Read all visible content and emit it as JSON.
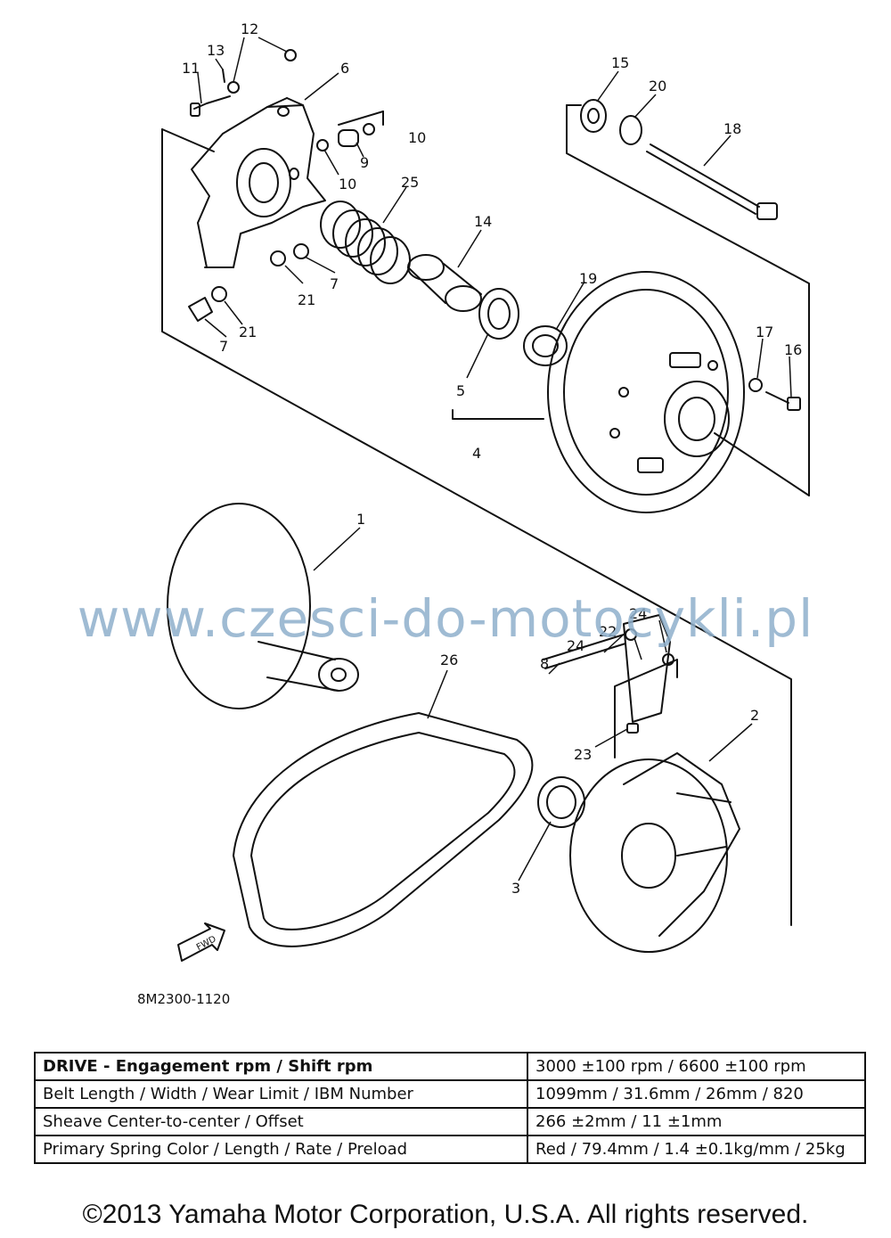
{
  "watermark": "www.czesci-do-motocykli.pl",
  "drawing_code": "8M2300-1120",
  "fwd_label": "FWD",
  "callouts": {
    "n1": "1",
    "n2": "2",
    "n3": "3",
    "n4": "4",
    "n5": "5",
    "n6": "6",
    "n7a": "7",
    "n7b": "7",
    "n8": "8",
    "n9": "9",
    "n10a": "10",
    "n10b": "10",
    "n11": "11",
    "n12": "12",
    "n13": "13",
    "n14": "14",
    "n15": "15",
    "n16": "16",
    "n17": "17",
    "n18": "18",
    "n19": "19",
    "n20": "20",
    "n21a": "21",
    "n21b": "21",
    "n22": "22",
    "n23": "23",
    "n24a": "24",
    "n24b": "24",
    "n25": "25",
    "n26": "26"
  },
  "spec_table": {
    "rows": [
      {
        "label": "DRIVE - Engagement rpm / Shift rpm",
        "value": "3000 ±100 rpm / 6600 ±100 rpm"
      },
      {
        "label": "Belt Length / Width / Wear Limit / IBM Number",
        "value": "1099mm / 31.6mm / 26mm / 820"
      },
      {
        "label": "Sheave Center-to-center / Offset",
        "value": "266 ±2mm / 11 ±1mm"
      },
      {
        "label": "Primary Spring Color / Length / Rate / Preload",
        "value": "Red / 79.4mm / 1.4 ±0.1kg/mm / 25kg"
      }
    ]
  },
  "copyright": "©2013 Yamaha Motor Corporation, U.S.A. All rights reserved."
}
